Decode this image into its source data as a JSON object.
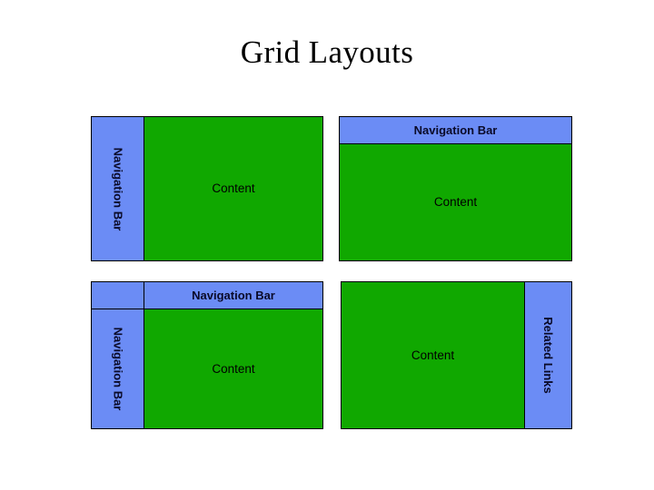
{
  "slide": {
    "title": "Grid Layouts",
    "background_color": "#FFFFFF"
  },
  "palette": {
    "navigation_blue": "#6B8CF5",
    "content_green": "#10A800",
    "border_black": "#000000",
    "text_black": "#000000"
  },
  "labels": {
    "navigation_bar": "Navigation Bar",
    "content": "Content",
    "related_links": "Related Links"
  },
  "diagrams": [
    {
      "id": "left-nav",
      "position": "top-left",
      "regions": [
        {
          "name": "navigation-bar",
          "label": "Navigation Bar",
          "color": "#6B8CF5",
          "orientation": "vertical",
          "placement": "left"
        },
        {
          "name": "content",
          "label": "Content",
          "color": "#10A800",
          "orientation": "horizontal",
          "placement": "right"
        }
      ]
    },
    {
      "id": "top-nav",
      "position": "top-right",
      "regions": [
        {
          "name": "navigation-bar",
          "label": "Navigation Bar",
          "color": "#6B8CF5",
          "orientation": "horizontal",
          "placement": "top"
        },
        {
          "name": "content",
          "label": "Content",
          "color": "#10A800",
          "orientation": "horizontal",
          "placement": "bottom"
        }
      ]
    },
    {
      "id": "left-top-nav",
      "position": "bottom-left",
      "regions": [
        {
          "name": "corner",
          "label": "",
          "color": "#6B8CF5",
          "orientation": "none",
          "placement": "top-left"
        },
        {
          "name": "navigation-bar-top",
          "label": "Navigation Bar",
          "color": "#6B8CF5",
          "orientation": "horizontal",
          "placement": "top"
        },
        {
          "name": "navigation-bar-side",
          "label": "Navigation Bar",
          "color": "#6B8CF5",
          "orientation": "vertical",
          "placement": "left"
        },
        {
          "name": "content",
          "label": "Content",
          "color": "#10A800",
          "orientation": "horizontal",
          "placement": "center"
        }
      ]
    },
    {
      "id": "right-links",
      "position": "bottom-right",
      "regions": [
        {
          "name": "content",
          "label": "Content",
          "color": "#10A800",
          "orientation": "horizontal",
          "placement": "left"
        },
        {
          "name": "related-links",
          "label": "Related Links",
          "color": "#6B8CF5",
          "orientation": "vertical",
          "placement": "right"
        }
      ]
    }
  ]
}
